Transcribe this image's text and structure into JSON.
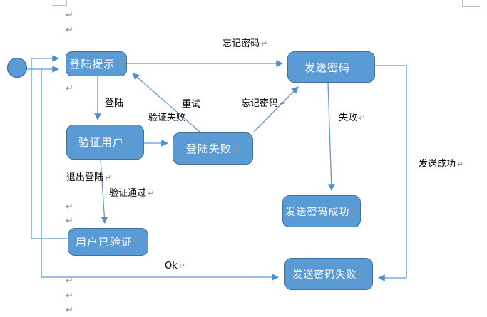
{
  "colors": {
    "state_fill": "#5b9bd5",
    "state_border": "#41719c",
    "state_text": "#ffffff",
    "edge_line": "#5f9ad2",
    "arrowhead": "#4e8fca",
    "edge_label_text": "#000000",
    "paragraph_mark_gray": "#8e8e8e",
    "paragraph_mark_tan": "#b08d68",
    "text_boundary_mark": "#a8a8a8"
  },
  "marks": {
    "paragraph_return": "↵"
  },
  "diagram": {
    "type": "uml-state-diagram",
    "start_node": {
      "id": "start",
      "shape": "filled-circle"
    },
    "states": [
      {
        "id": "login-prompt",
        "label": "登陆提示"
      },
      {
        "id": "verify-user",
        "label": "验证用户"
      },
      {
        "id": "login-failed",
        "label": "登陆失败"
      },
      {
        "id": "send-password",
        "label": "发送密码"
      },
      {
        "id": "send-password-success",
        "label": "发送密码成功"
      },
      {
        "id": "user-verified",
        "label": "用户已验证"
      },
      {
        "id": "send-password-failed",
        "label": "发送密码失败"
      }
    ],
    "edge_labels": [
      {
        "text": "忘记密码",
        "from": "login-prompt",
        "to": "send-password"
      },
      {
        "text": "登陆",
        "from": "login-prompt",
        "to": "verify-user"
      },
      {
        "text": "重试",
        "from": "login-failed",
        "to": "login-prompt"
      },
      {
        "text": "验证失败",
        "from": "verify-user",
        "to": "login-failed"
      },
      {
        "text": "忘记密码",
        "from": "login-failed",
        "to": "send-password"
      },
      {
        "text": "失败",
        "from": "send-password",
        "to": "send-password-success"
      },
      {
        "text": "退出登陆",
        "from": "user-verified",
        "to": "login-prompt"
      },
      {
        "text": "验证通过",
        "from": "verify-user",
        "to": "user-verified"
      },
      {
        "text": "Ok",
        "from": "start",
        "to": "send-password-failed"
      },
      {
        "text": "发送成功",
        "from": "send-password",
        "to": "send-password-failed"
      }
    ]
  }
}
